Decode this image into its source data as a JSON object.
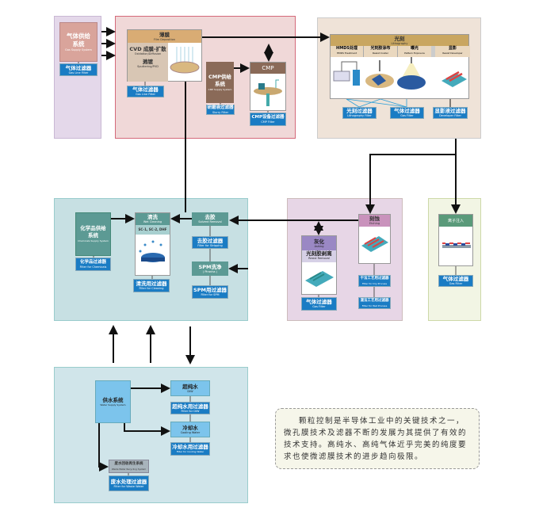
{
  "gas_supply": {
    "title": "气体供给系统",
    "subtitle": "Gas Supply System",
    "filter": {
      "cn": "气体过滤器",
      "en": "Gas Line Filter"
    }
  },
  "film": {
    "header": {
      "cn": "薄膜",
      "en": "Film Deposition"
    },
    "line1": "CVD 成膜-扩散",
    "line1_en": "Oxidation/Diffusion",
    "line2": "溅镀",
    "line2_en": "Sputtering/PVD",
    "filter": {
      "cn": "气体过滤器",
      "en": "Gas Line Filter"
    }
  },
  "cmp_supply": {
    "title": "CMP供给系统",
    "subtitle": "CMP Supply System",
    "filter": {
      "cn": "研磨液过滤器",
      "en": "Slurry Filter"
    }
  },
  "cmp": {
    "header": "CMP",
    "filter": {
      "cn": "CMP设备过滤器",
      "en": "CMP Filter"
    }
  },
  "litho": {
    "header": {
      "cn": "光刻",
      "en": "Lithography"
    },
    "steps": [
      {
        "cn": "HMDS处理",
        "en": "HMDS Treatment"
      },
      {
        "cn": "光刻胶涂布",
        "en": "Resist Coater"
      },
      {
        "cn": "曝光",
        "en": "Pattern Exposure"
      },
      {
        "cn": "显影",
        "en": "Resist Developer"
      }
    ],
    "filters": [
      {
        "cn": "光刻过滤器",
        "en": "Lithography Filter"
      },
      {
        "cn": "气体过滤器",
        "en": "Gas Filter"
      },
      {
        "cn": "显影液过滤器",
        "en": "Developer Filter"
      }
    ]
  },
  "chem": {
    "title": "化学品供给系统",
    "subtitle": "Chemicals Supply System",
    "filter": {
      "cn": "化学品过滤器",
      "en": "Filter for Chemicals"
    }
  },
  "clean": {
    "header": {
      "cn": "清洗",
      "en": "Wet Cleaning"
    },
    "chem_line": "SC-1, SC-2, DHF",
    "filter": {
      "cn": "清洗用过滤器",
      "en": "Filter for Cleaning"
    }
  },
  "solvent": {
    "header": {
      "cn": "去胶",
      "en": "Solvent Removal"
    },
    "filter": {
      "cn": "去胶过滤器",
      "en": "Filter for Stripping"
    }
  },
  "spm": {
    "header": {
      "cn": "SPM洗净",
      "en": "( Piranha )"
    },
    "filter": {
      "cn": "SPM用过滤器",
      "en": "Filter for SPM"
    }
  },
  "etch": {
    "header": {
      "cn": "刻蚀",
      "en": "Etching"
    },
    "filters": [
      {
        "cn": "干法工艺用过滤器",
        "en": "Filter for Dry Process"
      },
      {
        "cn": "湿法工艺用过滤器",
        "en": "Filter for Wet Process"
      }
    ]
  },
  "ash": {
    "header": {
      "cn": "灰化",
      "en": "Ashing"
    },
    "sub": {
      "cn": "光刻胶剥离",
      "en": "Resist Removal"
    },
    "filter": {
      "cn": "气体过滤器",
      "en": "Gas Filter"
    }
  },
  "ion": {
    "header": "离子注入",
    "filter": {
      "cn": "气体过滤器",
      "en": "Gas Filter"
    }
  },
  "water": {
    "supply": {
      "cn": "供水系统",
      "en": "Water Supply System"
    },
    "diw": {
      "cn": "超纯水",
      "en": "DIW"
    },
    "diw_filter": {
      "cn": "超纯水用过滤器",
      "en": "Filter for DIW"
    },
    "cool": {
      "cn": "冷却水",
      "en": "Cooling Water"
    },
    "cool_filter": {
      "cn": "冷却水用过滤器",
      "en": "Filter for Cooling Water"
    },
    "waste": {
      "cn": "废水回收再生系统",
      "en": "Waste Water Recycling System"
    },
    "waste_filter": {
      "cn": "废水处理过滤器",
      "en": "Filter for Waste Water"
    }
  },
  "note": "颗粒控制是半导体工业中的关键技术之一，微孔膜技术及滤器不断的发展为其提供了有效的技术支持。高纯水、高纯气体近乎完美的纯度要求也使微滤膜技术的进步趋向极限。",
  "colors": {
    "filter": "#1a7cc4",
    "gas_panel": "#e4d8ea",
    "film_panel": "#f0d8d8",
    "litho_panel": "#efe3d8",
    "clean_panel": "#c7e0e3",
    "etch_panel": "#e7d6e6",
    "ion_panel": "#f2f5e4",
    "water_panel": "#d0e5ea"
  }
}
